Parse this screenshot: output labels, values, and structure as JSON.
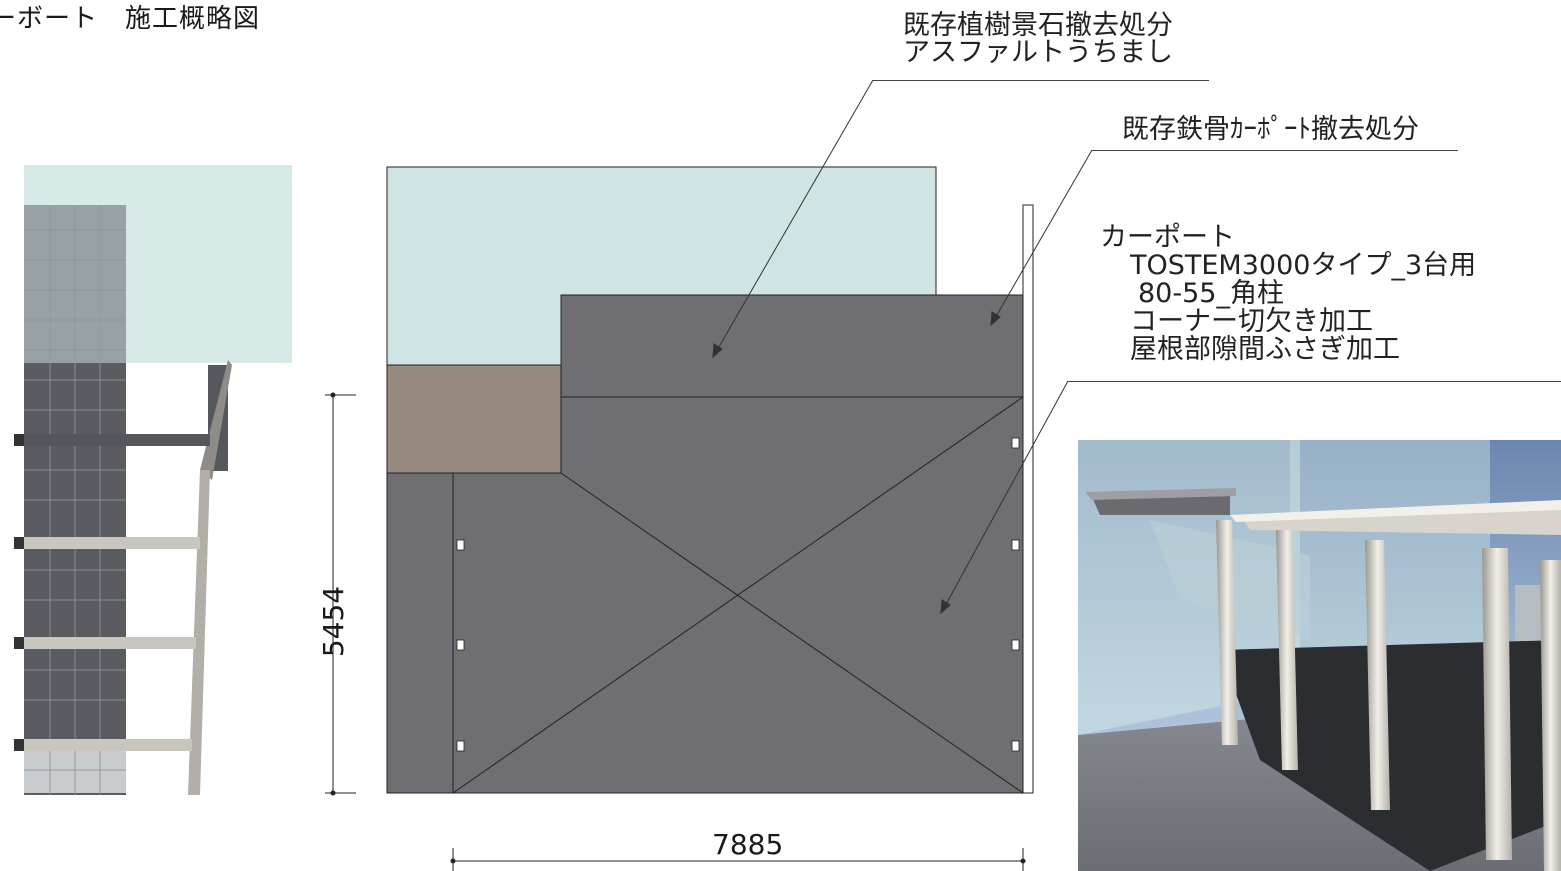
{
  "title": "ーボート　施工概略図",
  "notes": {
    "remove_garden_line1": "既存植樹景石撤去処分",
    "remove_garden_line2": "アスファルトうちまし",
    "remove_carport": "既存鉄骨ｶｰﾎﾟｰﾄ撤去処分"
  },
  "spec": {
    "heading": "カーポート",
    "model": "TOSTEM3000タイプ_3台用",
    "post": "80-55_角柱",
    "corner": "コーナー切欠き加工",
    "roof": "屋根部隙間ふさぎ加工"
  },
  "dimensions": {
    "depth": "5454",
    "width": "7885"
  },
  "colors": {
    "roof": "#6f6f73",
    "glass": "#cfe5e3",
    "brown": "#978a80",
    "line": "#222222"
  }
}
